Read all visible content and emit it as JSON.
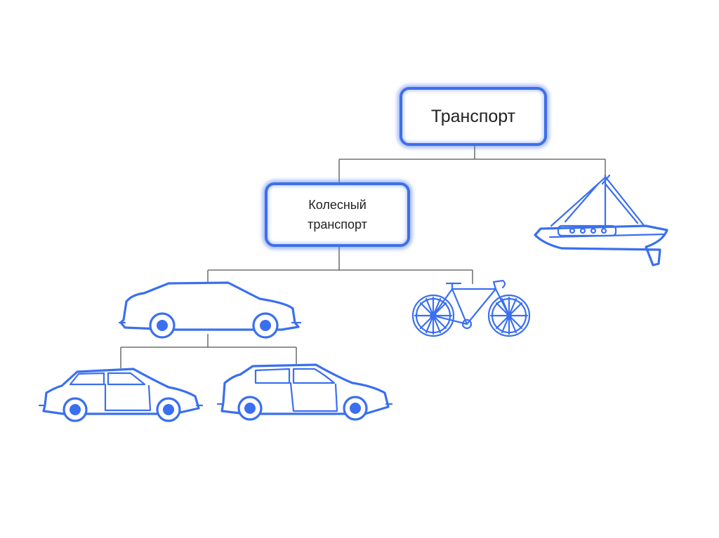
{
  "nodes": {
    "root": "Транспорт",
    "wheeled_line1": "Колесный",
    "wheeled_line2": "транспорт"
  },
  "icons": [
    "sailboat-icon",
    "sedan-car-icon",
    "bicycle-icon",
    "hatchback-car-icon",
    "station-car-icon"
  ],
  "colors": {
    "accent": "#3a6ff0",
    "connector": "#555555"
  }
}
